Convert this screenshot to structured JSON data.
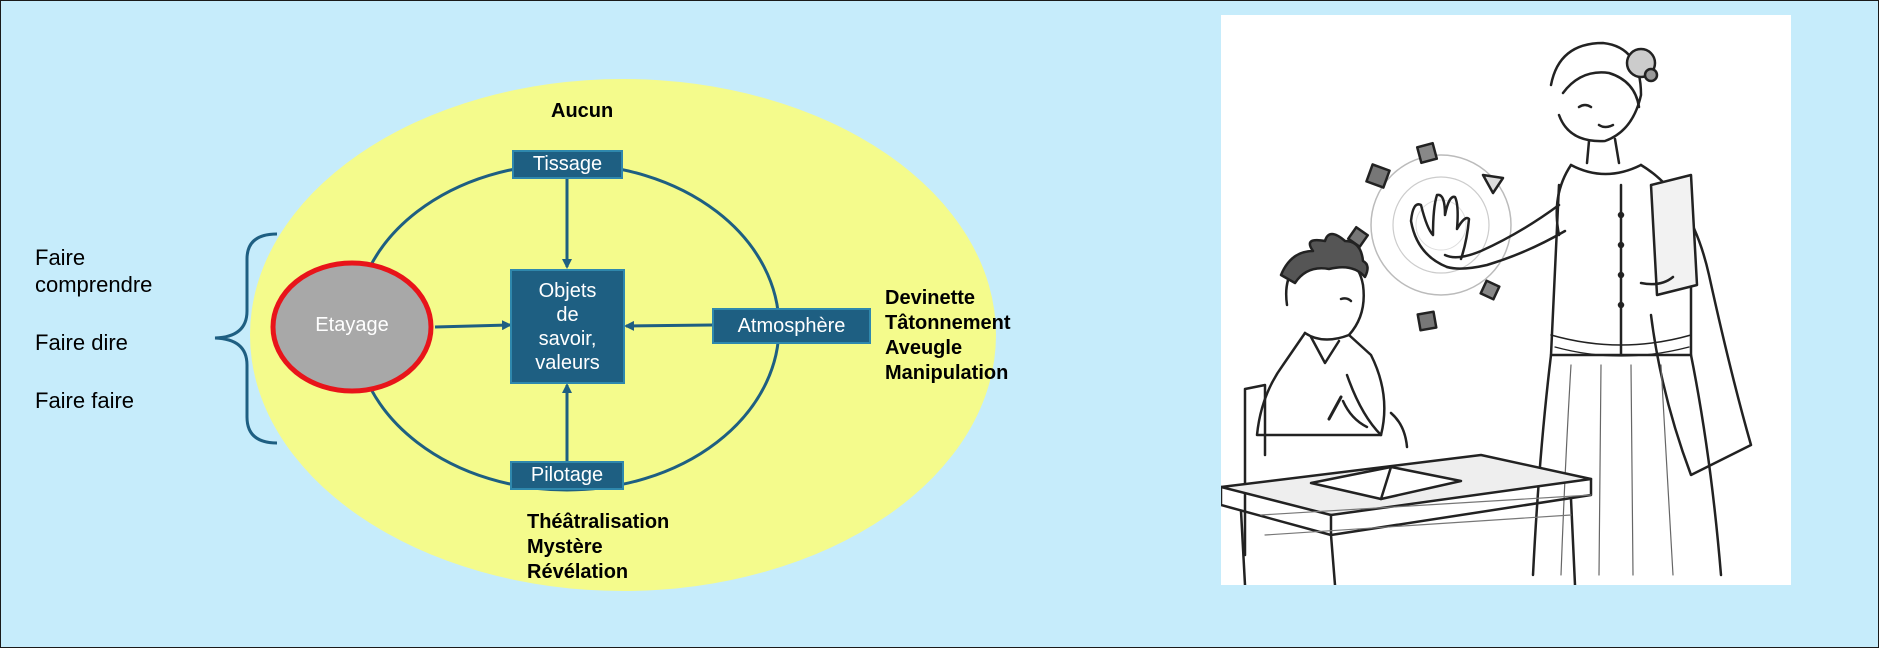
{
  "left_labels": [
    "Faire\ncomprendre",
    "Faire dire",
    "Faire faire"
  ],
  "center": {
    "etayage": "Etayage",
    "objets": "Objets\nde\nsavoir,\nvaleurs",
    "tissage": "Tissage",
    "atmosphere": "Atmosphère",
    "pilotage": "Pilotage"
  },
  "annotations": {
    "top": "Aucun",
    "right": [
      "Devinette",
      "Tâtonnement",
      "Aveugle",
      "Manipulation"
    ],
    "bottom": [
      "Théâtralisation",
      "Mystère",
      "Révélation"
    ]
  },
  "colors": {
    "background": "#c6ecfb",
    "ellipse_fill": "#f4fb8c",
    "box_fill": "#1e5f82",
    "arrow": "#1e5f82",
    "etayage_fill": "#a8a8a8",
    "etayage_border": "#e8141a"
  }
}
